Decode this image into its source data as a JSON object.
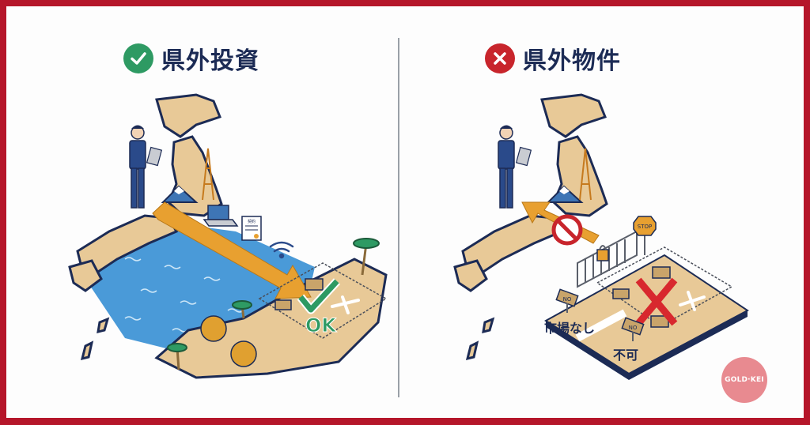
{
  "colors": {
    "frame": "#b5162a",
    "heading_text": "#1c2b55",
    "ok_green": "#2e9a63",
    "ng_red": "#c8252c",
    "land": "#e8c997",
    "outline": "#1c2b55",
    "sea": "#4a9ad8",
    "arrow": "#e8a030",
    "logo_bg": "#e88a90"
  },
  "left_panel": {
    "heading": "県外投資",
    "badge_icon": "check-circle-icon",
    "status_label": "OK",
    "document_label": "契約"
  },
  "right_panel": {
    "heading": "県外物件",
    "badge_icon": "x-circle-icon",
    "stop_sign": "STOP",
    "sign_no_1": "NO",
    "sign_no_2": "NO",
    "label_no_market": "市場なし",
    "label_not_allowed": "不可"
  },
  "logo": {
    "text": "GOLD·KEI"
  }
}
